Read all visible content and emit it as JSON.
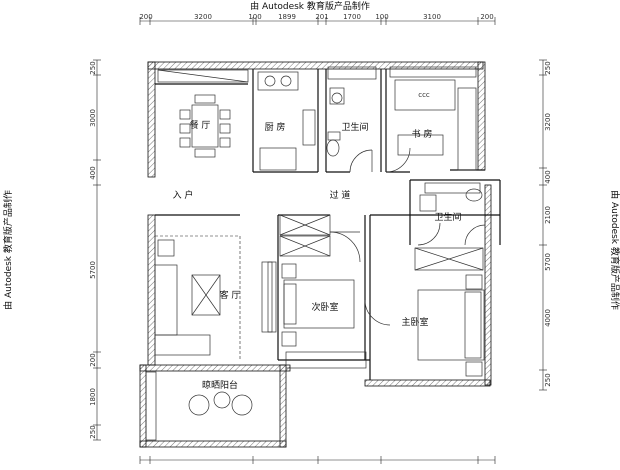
{
  "watermark": {
    "top": "由 Autodesk 教育版产品制作",
    "left": "由 Autodesk 教育版产品制作",
    "right": "由 Autodesk 教育版产品制作"
  },
  "dimensions": {
    "top": [
      "200",
      "3200",
      "100",
      "1899",
      "201",
      "1700",
      "100",
      "3100",
      "200"
    ],
    "left": [
      "250",
      "3000",
      "400",
      "5700",
      "200",
      "1800",
      "250"
    ],
    "right": [
      "250",
      "3200",
      "400",
      "2100",
      "5700",
      "4000",
      "250"
    ]
  },
  "rooms": {
    "dining": "餐 厅",
    "kitchen": "厨 房",
    "bath1": "卫生间",
    "study": "书 房",
    "entry": "入 户",
    "corridor": "过 道",
    "bath2": "卫生间",
    "living": "客 厅",
    "second_bedroom": "次卧室",
    "master_bedroom": "主卧室",
    "balcony": "晾晒阳台"
  },
  "labels": {
    "study_note": "ccc"
  }
}
